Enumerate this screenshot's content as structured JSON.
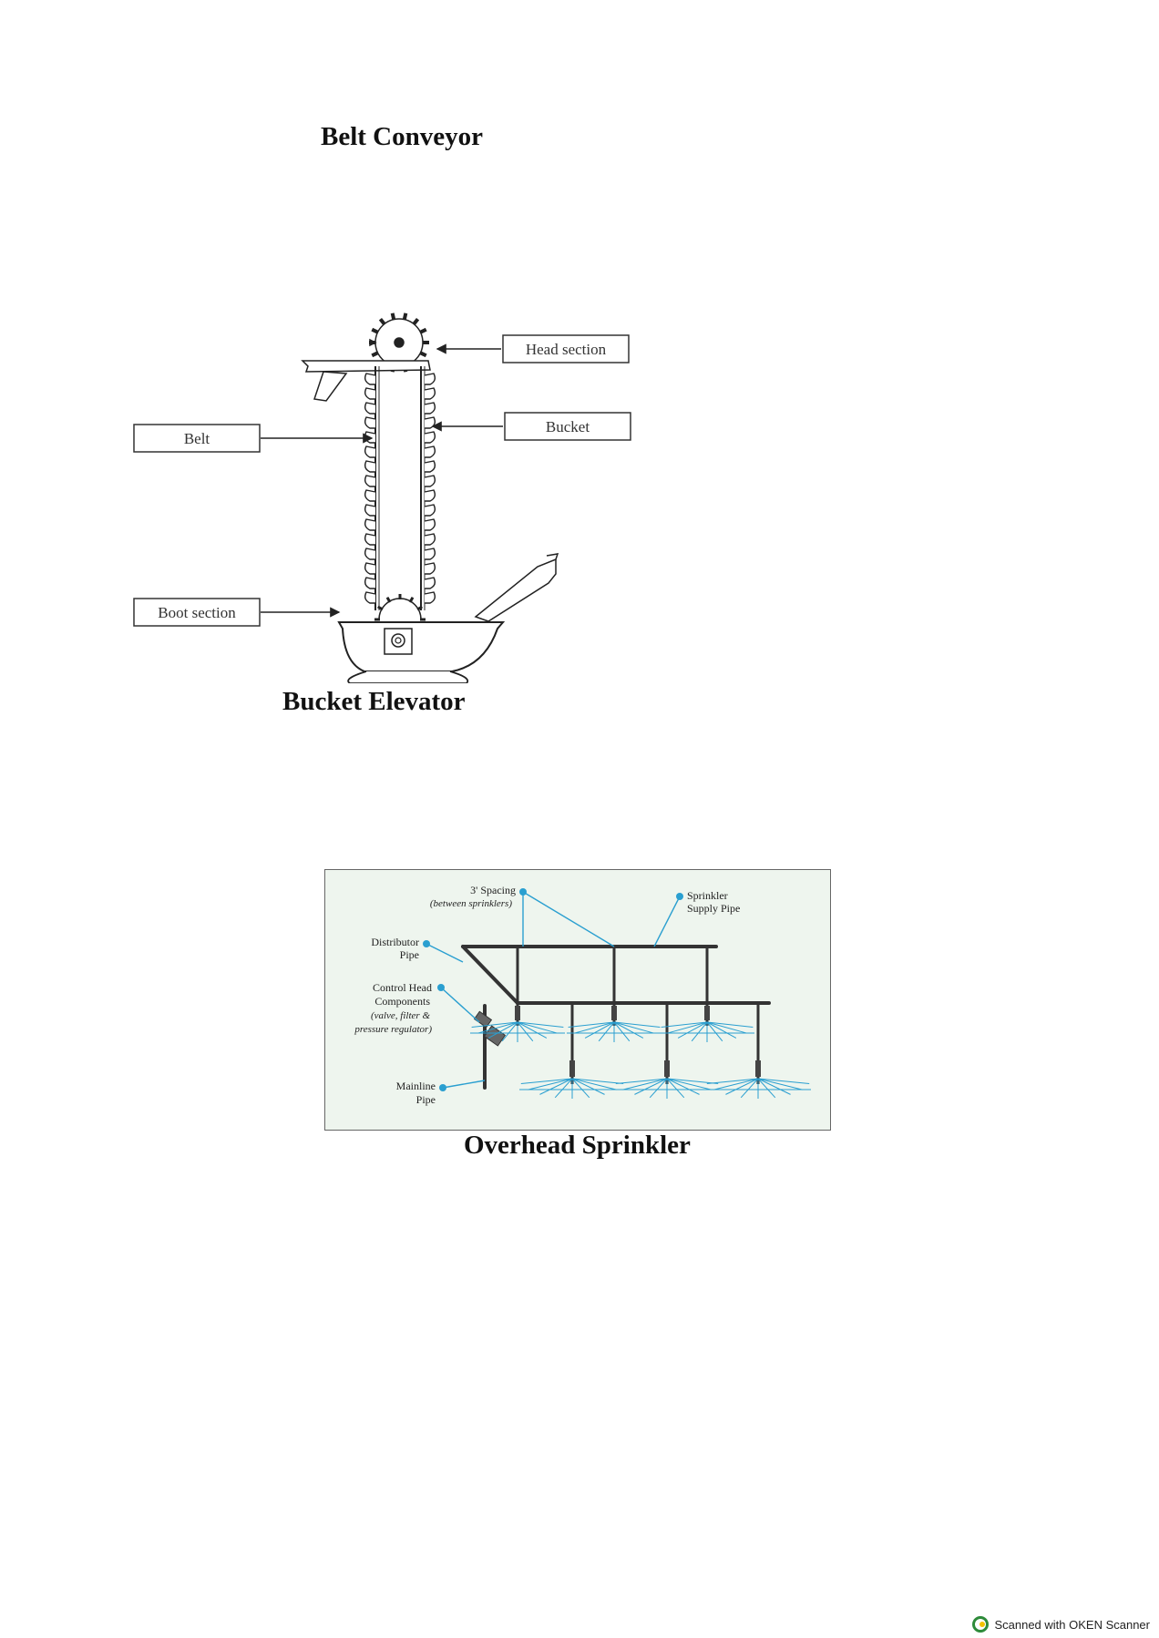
{
  "captions": {
    "belt": "Belt Conveyor",
    "bucket": "Bucket Elevator",
    "sprinkler": "Overhead Sprinkler"
  },
  "elevator": {
    "head": "Head section",
    "bucket": "Bucket",
    "belt": "Belt",
    "boot": "Boot section"
  },
  "sprinkler": {
    "spacing": "3' Spacing",
    "spacing_note": "(between sprinklers)",
    "supply_1": "Sprinkler",
    "supply_2": "Supply Pipe",
    "dist_1": "Distributor",
    "dist_2": "Pipe",
    "ctrl_1": "Control Head",
    "ctrl_2": "Components",
    "ctrl_3": "(valve, filter &",
    "ctrl_4": "pressure regulator)",
    "main_1": "Mainline",
    "main_2": "Pipe",
    "accent": "#2a9fd0",
    "panel": "#eef5ee"
  },
  "footer": {
    "text": "Scanned with OKEN Scanner",
    "logo": "oken-scanner-logo-icon",
    "logo_color": "#2e8b3a"
  }
}
